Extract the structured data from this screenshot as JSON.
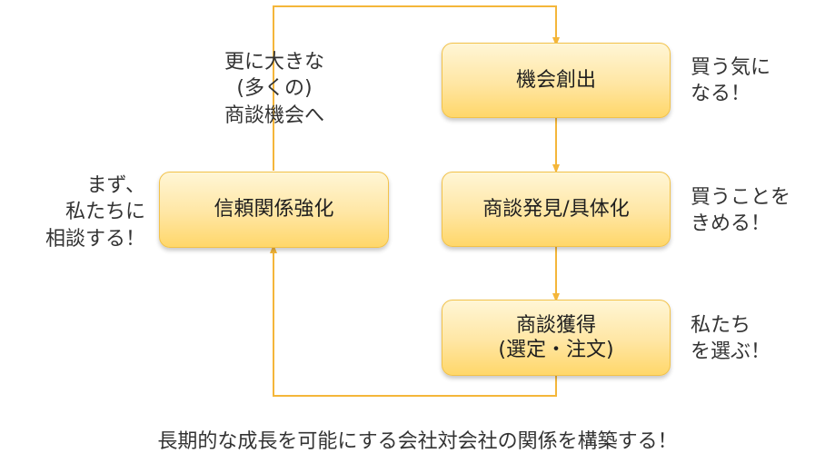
{
  "colors": {
    "box_border": "#f2c24a",
    "box_fill_top": "#fff6d6",
    "box_fill_bottom": "#ffd76a",
    "connector": "#f4b63a"
  },
  "boxes": {
    "opportunity": "機会創出",
    "trust": "信頼関係強化",
    "discovery": "商談発見/具体化",
    "acquisition_line1": "商談獲得",
    "acquisition_line2": "(選定・注文)"
  },
  "notes": {
    "top_left_line1": "更に大きな",
    "top_left_line2": "(多くの)",
    "top_left_line3": "商談機会へ",
    "left_line1": "まず、",
    "left_line2": "私たちに",
    "left_line3": "相談する！",
    "right1_line1": "買う気に",
    "right1_line2": "なる！",
    "right2_line1": "買うことを",
    "right2_line2": "きめる！",
    "right3_line1": "私たち",
    "right3_line2": "を選ぶ！"
  },
  "footer": "長期的な成長を可能にする会社対会社の関係を構築する！"
}
